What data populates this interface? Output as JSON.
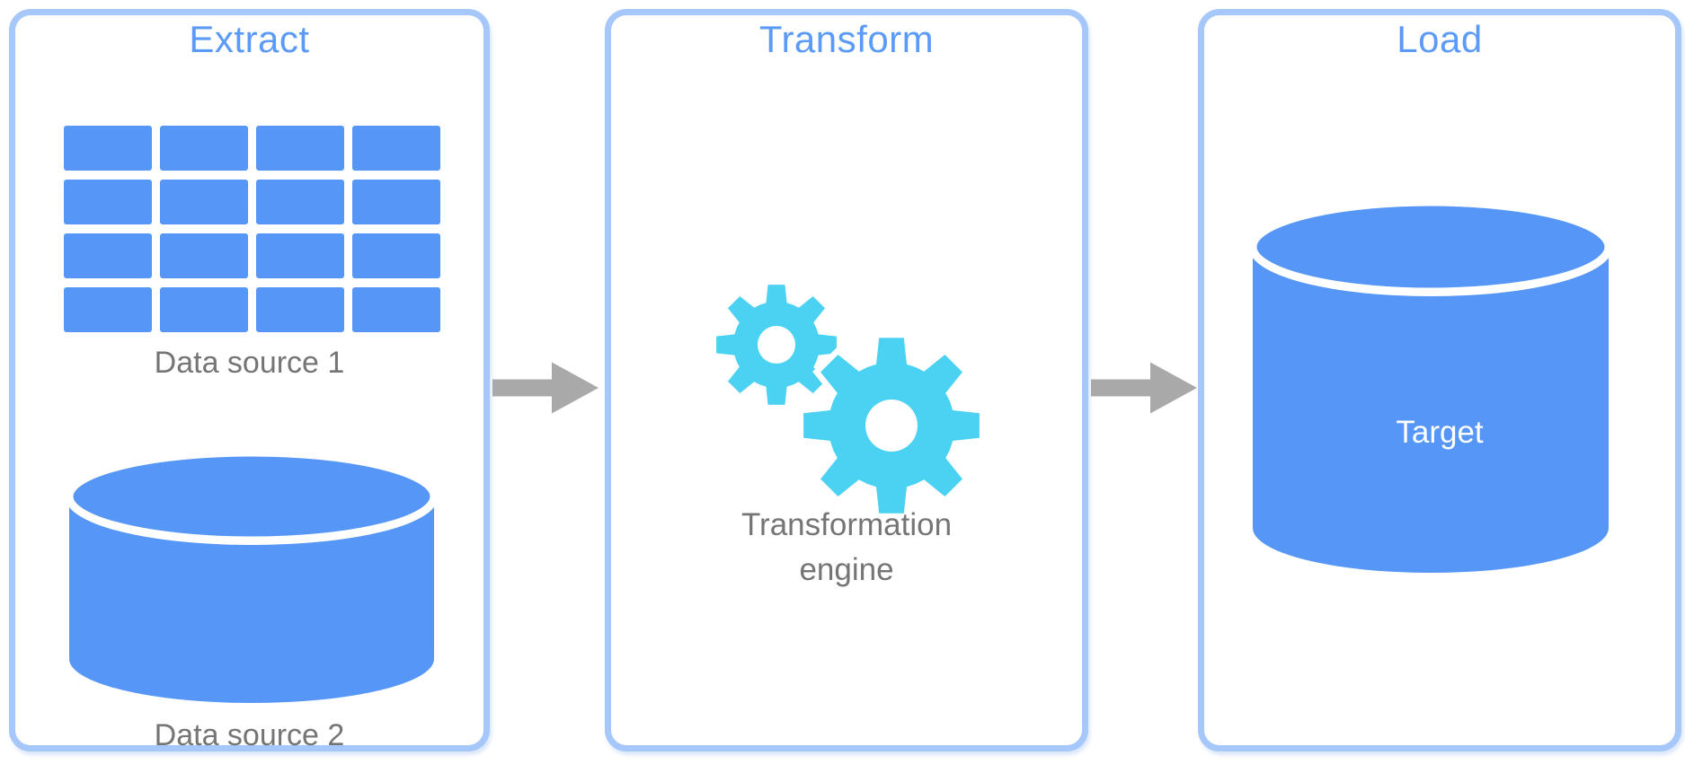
{
  "panels": {
    "extract": {
      "title": "Extract",
      "source1_label": "Data source 1",
      "source2_label": "Data source 2"
    },
    "transform": {
      "title": "Transform",
      "engine_label_line1": "Transformation",
      "engine_label_line2": "engine"
    },
    "load": {
      "title": "Load",
      "target_label": "Target"
    }
  },
  "icons": {
    "source1": "table-grid-icon",
    "source2": "database-cylinder-icon",
    "transform": "gears-icon",
    "target": "database-cylinder-icon",
    "flow": "right-arrow-icon"
  },
  "colors": {
    "background": "#ffffff",
    "panel_border": "#a6c7fa",
    "title_text": "#5b9bf7",
    "shape_blue": "#5596f6",
    "gear_cyan": "#4bd2f2",
    "label_gray": "#757575",
    "label_white": "#ffffff",
    "arrow_gray": "#a9a9a9"
  }
}
